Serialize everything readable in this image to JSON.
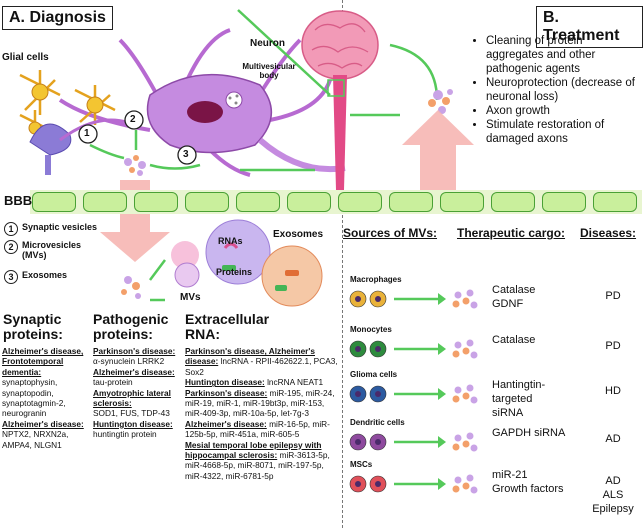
{
  "panels": {
    "diagnosis_title": "A. Diagnosis",
    "treatment_title": "B. Treatment"
  },
  "diagram_labels": {
    "glial_cells": "Glial cells",
    "neuron": "Neuron",
    "multivesicular_body": "Multivesicular body",
    "bbb": "BBB",
    "rnas": "RNAs",
    "proteins": "Proteins",
    "exosomes": "Exosomes",
    "mvs": "MVs",
    "step_1": "1",
    "step_2": "2",
    "step_3": "3"
  },
  "legend": [
    {
      "num": "1",
      "label": "Synaptic vesicles"
    },
    {
      "num": "2",
      "label": "Microvesicles (MVs)"
    },
    {
      "num": "3",
      "label": "Exosomes"
    }
  ],
  "synaptic": {
    "heading": "Synaptic proteins:",
    "groups": [
      {
        "disease": "Alzheimer's disease, Frontotemporal dementia:",
        "items": "synaptophysin, synaptopodin, synaptotagmin-2, neurogranin"
      },
      {
        "disease": "Alzheimer's disease:",
        "items": "NPTX2, NRXN2a, AMPA4, NLGN1"
      }
    ]
  },
  "pathogenic": {
    "heading": "Pathogenic proteins:",
    "groups": [
      {
        "disease": "Parkinson's disease:",
        "items": "α-synuclein LRRK2"
      },
      {
        "disease": "Alzheimer's disease:",
        "items": "tau-protein"
      },
      {
        "disease": "Amyotrophic lateral sclerosis:",
        "items": "SOD1, FUS, TDP-43"
      },
      {
        "disease": "Huntington disease:",
        "items": "huntingtin protein"
      }
    ]
  },
  "extracellular": {
    "heading": "Extracellular RNA:",
    "groups": [
      {
        "disease": "Parkinson's disease, Alzheimer's disease:",
        "items": "lncRNA - RPII-462622.1, PCA3, Sox2"
      },
      {
        "disease": "Huntington disease:",
        "items": "lncRNA NEAT1"
      },
      {
        "disease": "Parkinson's disease:",
        "items": "miR-195, miR-24, miR-19, miR-1, miR-19bt3p, miR-153, miR-409-3p, miR-10a-5p, let-7g-3"
      },
      {
        "disease": "Alzheimer's disease:",
        "items": "miR-16-5p, miR-125b-5p, miR-451a, miR-605-5"
      },
      {
        "disease": "Mesial temporal lobe epilepsy with hippocampal sclerosis:",
        "items": "miR-3613-5p, miR-4668-5p, miR-8071, miR-197-5p, miR-4322, miR-6781-5p"
      }
    ]
  },
  "treatment_bullets": [
    "Cleaning of protein aggregates and other pathogenic agents",
    "Neuroprotection (decrease of neuronal loss)",
    "Axon growth",
    "Stimulate restoration of damaged axons"
  ],
  "table_headers": {
    "sources": "Sources of MVs:",
    "cargo": "Therapeutic cargo:",
    "diseases": "Diseases:"
  },
  "table_rows": [
    {
      "source": "Macrophages",
      "cargo": "Catalase\nGDNF",
      "disease": "PD",
      "color": "#e9b23a"
    },
    {
      "source": "Monocytes",
      "cargo": "Catalase",
      "disease": "PD",
      "color": "#2e8b3e"
    },
    {
      "source": "Glioma cells",
      "cargo": "Hantingtin-\ntargeted\nsiRNA",
      "disease": "HD",
      "color": "#2c5aa0"
    },
    {
      "source": "Dendritic cells",
      "cargo": "GAPDH siRNA",
      "disease": "AD",
      "color": "#8e4a9e"
    },
    {
      "source": "MSCs",
      "cargo": "miR-21\nGrowth factors",
      "disease": "AD\nALS\nEpilepsy",
      "color": "#e0505a"
    }
  ]
}
